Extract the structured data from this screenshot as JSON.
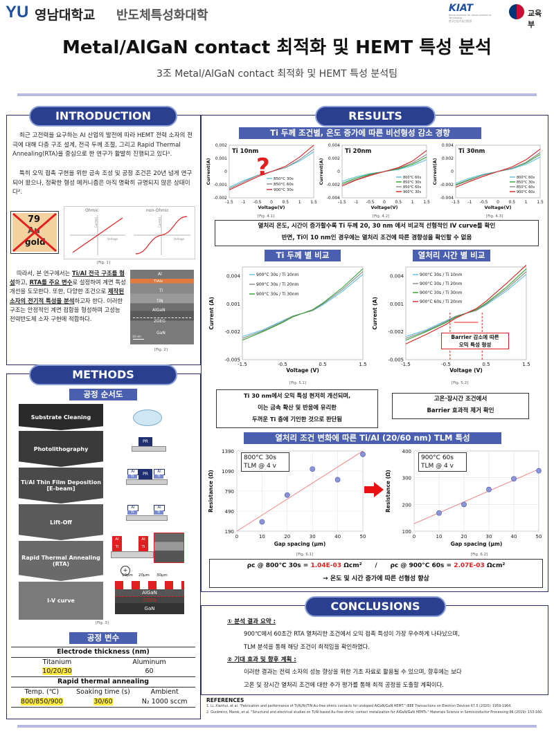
{
  "header": {
    "logo_mark": "YU",
    "university": "영남대학교",
    "department": "반도체특성화대학",
    "kiat": "KIAT",
    "kiat_sub": "Korea Institute for Advancement of Technology",
    "kiat_kr": "한국산업기술진흥원",
    "ministry": "교육부"
  },
  "title": "Metal/AlGaN contact 최적화 및 HEMT 특성 분석",
  "subtitle": "3조 Metal/AlGaN contact 최적화 및 HEMT 특성 분석팀",
  "intro": {
    "heading": "INTRODUCTION",
    "p1": "최근 고전력을 요구하는 AI 산업의 발전에 따라 HEMT 전력 소자의 전극에 대해 다층 구조 설계, 전극 두께 조절, 그리고 Rapid Thermal Annealing(RTA)을 중심으로 한 연구가 활발히 진행되고 있다¹.",
    "p2": "특히 오믹 접촉 구현을 위한 금속 조성 및 공정 조건은 20년 넘게 연구되어 왔으나, 정확한 형성 메커니즘은 아직 명확히 규명되지 않은 상태이다².",
    "gold_num": "79",
    "gold_sym": "Au",
    "gold_name": "gold",
    "ohmic": "Ohmic",
    "nonohmic": "non-Ohmic",
    "current": "Current",
    "voltage": "Voltage",
    "fig1": "[Fig. 1]",
    "p3_a": "따라서, 본 연구에서는 ",
    "p3_b": "Ti/Al 전극 구조를 형성",
    "p3_c": "하고, ",
    "p3_d": "RTA를 주요 변수",
    "p3_e": "로 설정하여 계면 특성 개선을 도모한다. 또한, 다양한 조건으로 ",
    "p3_f": "제작된 소자의 전기적 특성을 분석",
    "p3_g": "하고자 한다. 이러한 구조는 안정적인 계면 접합을 형성하며 고성능 전력반도체 소자 구현에 적합하다.",
    "layers": [
      "Al",
      "TiAlx",
      "Ti",
      "TiN",
      "AlGaN",
      "2DEG",
      "GaN"
    ],
    "scale": "10 nm",
    "fig2": "[Fig. 2]"
  },
  "methods": {
    "heading": "METHODS",
    "process_title": "공정 순서도",
    "steps": [
      "Substrate Cleaning",
      "Photolithography",
      "Ti/Al Thin Film Deposition [E-beam]",
      "Lift-Off",
      "Rapid Thermal Annealing (RTA)",
      "I-V curve"
    ],
    "pr": "PR",
    "al": "Al",
    "ti": "Ti",
    "sp1": "10μm",
    "sp2": "20μm",
    "sp3": "30μm",
    "algan": "AlGaN",
    "deg": "2DEG",
    "gan": "GaN",
    "fig3": "[Fig. 3]",
    "var_title": "공정 변수",
    "elec_title": "Electrode thickness (nm)",
    "col_ti": "Titanium",
    "col_al": "Aluminum",
    "val_ti": "10/20/30",
    "val_al": "60",
    "rta_title": "Rapid thermal annealing",
    "col_temp": "Temp. (℃)",
    "col_soak": "Soaking time (s)",
    "col_amb": "Ambient",
    "val_temp": "800/850/900",
    "val_soak": "30/60",
    "val_amb": "N₂ 1000 sccm"
  },
  "results": {
    "heading": "RESULTS",
    "sec1": "Ti 두께 조건별, 온도 증가에 따른 비선형성 감소 경향",
    "iv_titles": [
      "Ti 10nm",
      "Ti 20nm",
      "Ti 30nm"
    ],
    "iv_ylabel": "Current(A)",
    "iv_xlabel": "Voltage(V)",
    "fig41": "[Fig. 4.1]",
    "fig42": "[Fig. 4.2]",
    "fig43": "[Fig. 4.3]",
    "question": "?",
    "summary1a": "열처리 온도, 시간이 증가할수록 Ti 두께 20, 30 nm 에서 비교적 선형적인 IV curve를 확인",
    "summary1b": "반면, Ti이 10 nm인 경우에는 열처리 조건에 따른 경향성을 확인할 수 없음",
    "sec2a": "Ti 두께 별 비교",
    "sec2b": "열처리 시간 별 비교",
    "cmp_ylabel": "Current (A)",
    "cmp_xlabel": "Voltage (V)",
    "fig51": "[Fig. 5.1]",
    "fig52": "[Fig. 5.2]",
    "barrier1": "Barrier 감소에 따른",
    "barrier2": "오믹 특성 형성",
    "note_a1": "Ti 30 nm에서 오믹 특성 현저히 개선되며,",
    "note_a2": "이는 금속 확산 및 반응에 유리한",
    "note_a3": "두꺼운 Ti 층에 기인한 것으로 판단됨",
    "note_b1": "고온·장시간 조건에서",
    "note_b2": "Barrier 효과적 제거 확인",
    "sec3": "열처리 조건 변화에 따른 Ti/Al (20/60 nm) TLM 특성",
    "tlm1_label1": "800°C 30s",
    "tlm1_label2": "TLM @ 4 v",
    "tlm2_label1": "900°C 60s",
    "tlm2_label2": "TLM @ 4 v",
    "tlm_ylabel": "Resistance (Ω)",
    "tlm_xlabel": "Gap spacing (μm)",
    "fig61": "[Fig. 6.1]",
    "fig62": "[Fig. 6.2]",
    "rho_a": "ρc @ 800°C 30s = ",
    "rho_a_val": "1.04E-03",
    "rho_unit": " Ωcm²",
    "rho_sep": "/",
    "rho_b": "ρc @ 900°C 60s = ",
    "rho_b_val": "2.07E-03",
    "rho_concl": "→ 온도 및 시간 증가에 따른 선형성 향상"
  },
  "conclusions": {
    "heading": "CONCLUSIONS",
    "h1": "① 분석 결과 요약 :",
    "t1a": "900℃에서 60초간 RTA 열처리한 조건에서 오믹 접촉 특성이 가장 우수하게 나타났으며,",
    "t1b": "TLM 분석을 통해 해당 조건이 최적임을 확인하였다.",
    "h2": "② 기대 효과 및 향후 계획 :",
    "t2a": "이러한 결과는 전력 소자의 성능 향상을 위한 기초 자료로 활용될 수 있으며, 향후에는 보다",
    "t2b": "고온 및 장시간 열처리 조건에 대한 추가 평가를 통해 최적 공정을 도출할 계획이다."
  },
  "references": {
    "title": "REFERENCES",
    "r1": "1.   Li, Xianhui, et al. \"Fabrication and performance of Ti/Al/Ni/TiN Au-free ohmic contacts for undoped AlGaN/GaN HEMT.\" IEEE Transactions on Electron Devices 67.5 (2020): 1959-1964.",
    "r2": "2.   Gucbreicz, Marek, et al. \"Structural and electrical studies on Ti/Al-based Au-free ohmic contact metalization for AlGaN/GaN HEMTs.\" Materials Science in Semiconductor Processing 96 (2019): 153-160."
  },
  "colors": {
    "navy": "#2a3f8f",
    "accent_red": "#e02020",
    "highlight": "#ffeb3b"
  },
  "chart_data": [
    {
      "type": "line",
      "title": "Ti 10nm",
      "xlabel": "Voltage(V)",
      "ylabel": "Current(A)",
      "xlim": [
        -1.5,
        1.5
      ],
      "ylim": [
        -0.002,
        0.002
      ],
      "xticks": [
        -1.5,
        -1,
        -0.5,
        0,
        0.5,
        1,
        1.5
      ],
      "yticks": [
        0.002,
        0.001,
        0,
        -0.001,
        -0.002
      ],
      "series": [
        {
          "name": "850°C 30s",
          "color": "#5bc0de",
          "x": [
            -1.5,
            -1,
            -0.5,
            0,
            0.5,
            1,
            1.5
          ],
          "y": [
            -0.0012,
            -0.0007,
            -0.0003,
            0,
            0.0003,
            0.0008,
            0.0015
          ]
        },
        {
          "name": "850°C 60s",
          "color": "#888888",
          "x": [
            -1.5,
            -1,
            -0.5,
            0,
            0.5,
            1,
            1.5
          ],
          "y": [
            -0.0013,
            -0.0008,
            -0.0003,
            0,
            0.0003,
            0.0009,
            0.0017
          ]
        },
        {
          "name": "900°C 30s",
          "color": "#d62020",
          "x": [
            -1.5,
            -1,
            -0.5,
            0,
            0.5,
            1,
            1.5
          ],
          "y": [
            -0.0014,
            -0.0009,
            -0.0004,
            0,
            0.0004,
            0.0011,
            0.002
          ]
        }
      ]
    },
    {
      "type": "line",
      "title": "Ti 20nm",
      "xlabel": "Voltage(V)",
      "ylabel": "Current(A)",
      "xlim": [
        -1.5,
        1.5
      ],
      "ylim": [
        -0.004,
        0.004
      ],
      "xticks": [
        -1.5,
        -1,
        -0.5,
        0,
        0.5,
        1,
        1.5
      ],
      "yticks": [
        0.004,
        0.002,
        0,
        -0.002,
        -0.004
      ],
      "series": [
        {
          "name": "800°C 60s",
          "color": "#5bc0de",
          "x": [
            -1.5,
            -1,
            -0.5,
            0,
            0.5,
            1,
            1.5
          ],
          "y": [
            -0.0015,
            -0.0008,
            -0.0003,
            0,
            0.0003,
            0.0009,
            0.0018
          ]
        },
        {
          "name": "850°C 30s",
          "color": "#2ca02c",
          "x": [
            -1.5,
            -1,
            -0.5,
            0,
            0.5,
            1,
            1.5
          ],
          "y": [
            -0.0018,
            -0.001,
            -0.0004,
            0,
            0.0004,
            0.0011,
            0.0022
          ]
        },
        {
          "name": "850°C 60s",
          "color": "#888888",
          "x": [
            -1.5,
            -1,
            -0.5,
            0,
            0.5,
            1,
            1.5
          ],
          "y": [
            -0.002,
            -0.0012,
            -0.0005,
            0,
            0.0005,
            0.0013,
            0.0026
          ]
        },
        {
          "name": "900°C 30s",
          "color": "#d62020",
          "x": [
            -1.5,
            -1,
            -0.5,
            0,
            0.5,
            1,
            1.5
          ],
          "y": [
            -0.0022,
            -0.0013,
            -0.0006,
            0,
            0.0006,
            0.0016,
            0.0032
          ]
        }
      ]
    },
    {
      "type": "line",
      "title": "Ti 30nm",
      "xlabel": "Voltage(V)",
      "ylabel": "Current(A)",
      "xlim": [
        -1.5,
        1.5
      ],
      "ylim": [
        -0.004,
        0.004
      ],
      "xticks": [
        -1.5,
        -1,
        -0.5,
        0,
        0.5,
        1,
        1.5
      ],
      "yticks": [
        0.004,
        0.002,
        0,
        -0.002,
        -0.004
      ],
      "series": [
        {
          "name": "800°C 60s",
          "color": "#5bc0de",
          "x": [
            -1.5,
            -1,
            -0.5,
            0,
            0.5,
            1,
            1.5
          ],
          "y": [
            -0.0018,
            -0.001,
            -0.0004,
            0,
            0.0004,
            0.0011,
            0.0022
          ]
        },
        {
          "name": "850°C 30s",
          "color": "#2ca02c",
          "x": [
            -1.5,
            -1,
            -0.5,
            0,
            0.5,
            1,
            1.5
          ],
          "y": [
            -0.002,
            -0.0012,
            -0.0005,
            0,
            0.0005,
            0.0013,
            0.0026
          ]
        },
        {
          "name": "850°C 60s",
          "color": "#888888",
          "x": [
            -1.5,
            -1,
            -0.5,
            0,
            0.5,
            1,
            1.5
          ],
          "y": [
            -0.0021,
            -0.0013,
            -0.0005,
            0,
            0.0005,
            0.0014,
            0.0029
          ]
        },
        {
          "name": "900°C 60s",
          "color": "#d62020",
          "x": [
            -1.5,
            -1,
            -0.5,
            0,
            0.5,
            1,
            1.5
          ],
          "y": [
            -0.0024,
            -0.0015,
            -0.0007,
            0,
            0.0007,
            0.0018,
            0.0034
          ]
        }
      ]
    },
    {
      "type": "line",
      "xlabel": "Voltage (V)",
      "ylabel": "Current (A)",
      "xlim": [
        -1.5,
        1.5
      ],
      "ylim": [
        -0.005,
        0.005
      ],
      "xticks": [
        -1.5,
        -0.5,
        0.5,
        1.5
      ],
      "yticks": [
        0.004,
        0.001,
        -0.002,
        -0.005
      ],
      "series": [
        {
          "name": "900°C 30s / Ti 10nm",
          "color": "#5bc0de",
          "x": [
            -1.5,
            -1,
            -0.5,
            -0.25,
            0,
            0.25,
            0.5,
            1,
            1.5
          ],
          "y": [
            -0.0025,
            -0.0018,
            -0.0008,
            -0.0003,
            0,
            0.0003,
            0.0009,
            0.0024,
            0.0042
          ]
        },
        {
          "name": "900°C 30s / Ti 20nm",
          "color": "#888888",
          "x": [
            -1.5,
            -1,
            -0.5,
            -0.25,
            0,
            0.25,
            0.5,
            1,
            1.5
          ],
          "y": [
            -0.0027,
            -0.0019,
            -0.0009,
            -0.0003,
            0,
            0.0003,
            0.001,
            0.0026,
            0.0045
          ]
        },
        {
          "name": "900°C 30s / Ti 30nm",
          "color": "#2ca02c",
          "x": [
            -1.5,
            -1,
            -0.5,
            -0.25,
            0,
            0.25,
            0.5,
            1,
            1.5
          ],
          "y": [
            -0.0029,
            -0.002,
            -0.001,
            -0.0004,
            0,
            0.0004,
            0.0011,
            0.0028,
            0.0048
          ]
        }
      ]
    },
    {
      "type": "line",
      "xlabel": "Voltage (V)",
      "ylabel": "Current (A)",
      "xlim": [
        -1.5,
        1.5
      ],
      "ylim": [
        -0.005,
        0.005
      ],
      "xticks": [
        -1.5,
        -0.5,
        0.5,
        1.5
      ],
      "yticks": [
        0.004,
        0.001,
        -0.002,
        -0.005
      ],
      "series": [
        {
          "name": "900°C 30s / Ti 10nm",
          "color": "#5bc0de",
          "x": [
            -1.5,
            -1,
            -0.5,
            -0.25,
            0,
            0.25,
            0.5,
            1,
            1.5
          ],
          "y": [
            -0.0025,
            -0.0018,
            -0.0008,
            -0.0003,
            0,
            0.0003,
            0.0009,
            0.0024,
            0.0042
          ]
        },
        {
          "name": "900°C 30s / Ti 20nm",
          "color": "#888888",
          "x": [
            -1.5,
            -1,
            -0.5,
            -0.25,
            0,
            0.25,
            0.5,
            1,
            1.5
          ],
          "y": [
            -0.0027,
            -0.0019,
            -0.0009,
            -0.0003,
            0,
            0.0003,
            0.001,
            0.0026,
            0.0045
          ]
        },
        {
          "name": "900°C 30s / Ti 30nm",
          "color": "#2ca02c",
          "x": [
            -1.5,
            -1,
            -0.5,
            -0.25,
            0,
            0.25,
            0.5,
            1,
            1.5
          ],
          "y": [
            -0.0029,
            -0.002,
            -0.001,
            -0.0004,
            0,
            0.0004,
            0.0011,
            0.0028,
            0.0048
          ]
        },
        {
          "name": "900°C 60s / Ti 20nm",
          "color": "#d62020",
          "x": [
            -1.5,
            -1,
            -0.5,
            -0.25,
            0,
            0.25,
            0.5,
            1,
            1.5
          ],
          "y": [
            -0.0033,
            -0.0023,
            -0.0012,
            -0.0005,
            0,
            0.0005,
            0.0013,
            0.0032,
            0.0052
          ]
        }
      ]
    },
    {
      "type": "scatter",
      "title": "800°C 30s TLM @ 4 v",
      "xlabel": "Gap spacing (μm)",
      "ylabel": "Resistance (Ω)",
      "xlim": [
        0,
        50
      ],
      "ylim": [
        190,
        1390
      ],
      "xticks": [
        0,
        10,
        20,
        30,
        40,
        50
      ],
      "yticks": [
        190,
        490,
        790,
        1090,
        1390
      ],
      "x": [
        10,
        20,
        30,
        40,
        50
      ],
      "y": [
        330,
        730,
        1120,
        960,
        1340
      ],
      "trendline": [
        [
          0,
          190
        ],
        [
          50,
          1390
        ]
      ]
    },
    {
      "type": "scatter",
      "title": "900°C 60s TLM @ 4 v",
      "xlabel": "Gap spacing (μm)",
      "ylabel": "Resistance (Ω)",
      "xlim": [
        0,
        50
      ],
      "ylim": [
        100,
        400
      ],
      "xticks": [
        0,
        10,
        20,
        30,
        40,
        50
      ],
      "yticks": [
        100,
        200,
        300,
        400
      ],
      "x": [
        10,
        20,
        30,
        40,
        50
      ],
      "y": [
        168,
        200,
        256,
        296,
        326
      ],
      "trendline": [
        [
          0,
          128
        ],
        [
          50,
          332
        ]
      ]
    }
  ]
}
